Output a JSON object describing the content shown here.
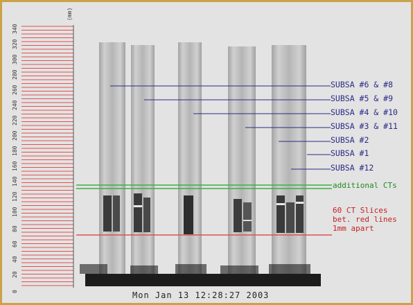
{
  "axis": {
    "unit": "(mm)",
    "ticks": [
      "340",
      "320",
      "300",
      "280",
      "260",
      "240",
      "220",
      "200",
      "180",
      "160",
      "140",
      "120",
      "100",
      "80",
      "60",
      "40",
      "20",
      "0"
    ]
  },
  "subsa_labels": [
    {
      "text": "SUBSA #6 & #8"
    },
    {
      "text": "SUBSA #5 & #9"
    },
    {
      "text": "SUBSA #4 & #10"
    },
    {
      "text": "SUBSA #3 & #11"
    },
    {
      "text": "SUBSA #2"
    },
    {
      "text": "SUBSA #1"
    },
    {
      "text": "SUBSA #12"
    }
  ],
  "annotations": {
    "additional": "additional CTs",
    "slices_line1": "60 CT Slices",
    "slices_line2": "bet. red lines",
    "slices_line3": "1mm apart"
  },
  "timestamp": "Mon Jan 13 12:28:27 2003",
  "colors": {
    "frame": "#c9a24a",
    "background": "#e3e3e3",
    "red_line": "#e05050",
    "green_line": "#3cb043",
    "blue_line": "#2a2a86"
  }
}
